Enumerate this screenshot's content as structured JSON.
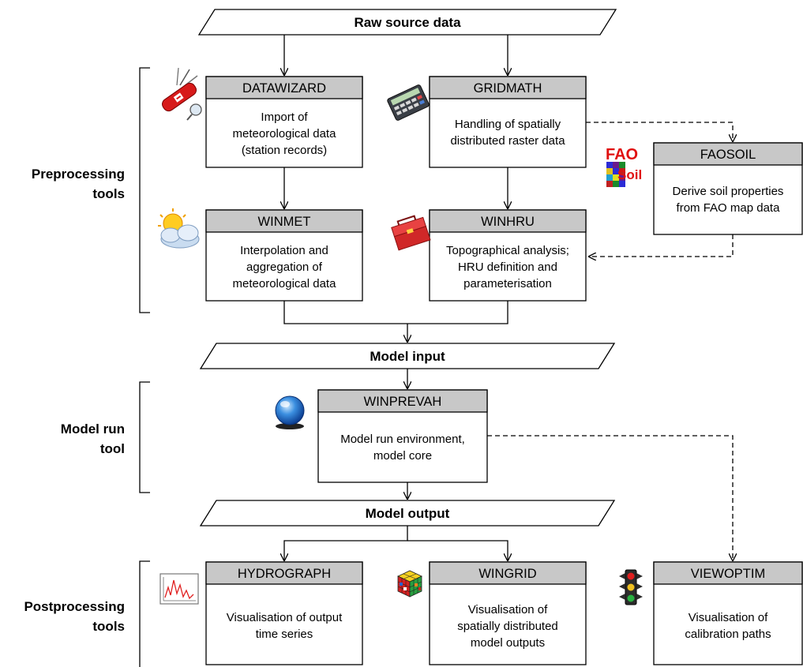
{
  "data_flow": {
    "raw_source": "Raw source data",
    "model_input": "Model input",
    "model_output": "Model output"
  },
  "groups": {
    "preprocessing": [
      "Preprocessing",
      "tools"
    ],
    "model_run": [
      "Model run",
      "tool"
    ],
    "postprocessing": [
      "Postprocessing",
      "tools"
    ]
  },
  "tools": {
    "datawizard": {
      "name": "DATAWIZARD",
      "desc": [
        "Import of",
        "meteorological data",
        "(station records)"
      ]
    },
    "gridmath": {
      "name": "GRIDMATH",
      "desc": [
        "Handling of spatially",
        "distributed raster data"
      ]
    },
    "faosoil": {
      "name": "FAOSOIL",
      "desc": [
        "Derive soil properties",
        "from FAO map data"
      ],
      "logo_text": [
        "FAO",
        "Soil"
      ]
    },
    "winmet": {
      "name": "WINMET",
      "desc": [
        "Interpolation and",
        "aggregation of",
        "meteorological data"
      ]
    },
    "winhru": {
      "name": "WINHRU",
      "desc": [
        "Topographical analysis;",
        "HRU definition and",
        "parameterisation"
      ]
    },
    "winprevah": {
      "name": "WINPREVAH",
      "desc": [
        "Model run environment,",
        "model core"
      ]
    },
    "hydrograph": {
      "name": "HYDROGRAPH",
      "desc": [
        "Visualisation of output",
        "time series"
      ]
    },
    "wingrid": {
      "name": "WINGRID",
      "desc": [
        "Visualisation of",
        "spatially distributed",
        "model outputs"
      ]
    },
    "viewoptim": {
      "name": "VIEWOPTIM",
      "desc": [
        "Visualisation of",
        "calibration paths"
      ]
    }
  },
  "colors": {
    "header_fill": "#c8c8c8",
    "box_fill": "#ffffff",
    "line": "#000000"
  }
}
